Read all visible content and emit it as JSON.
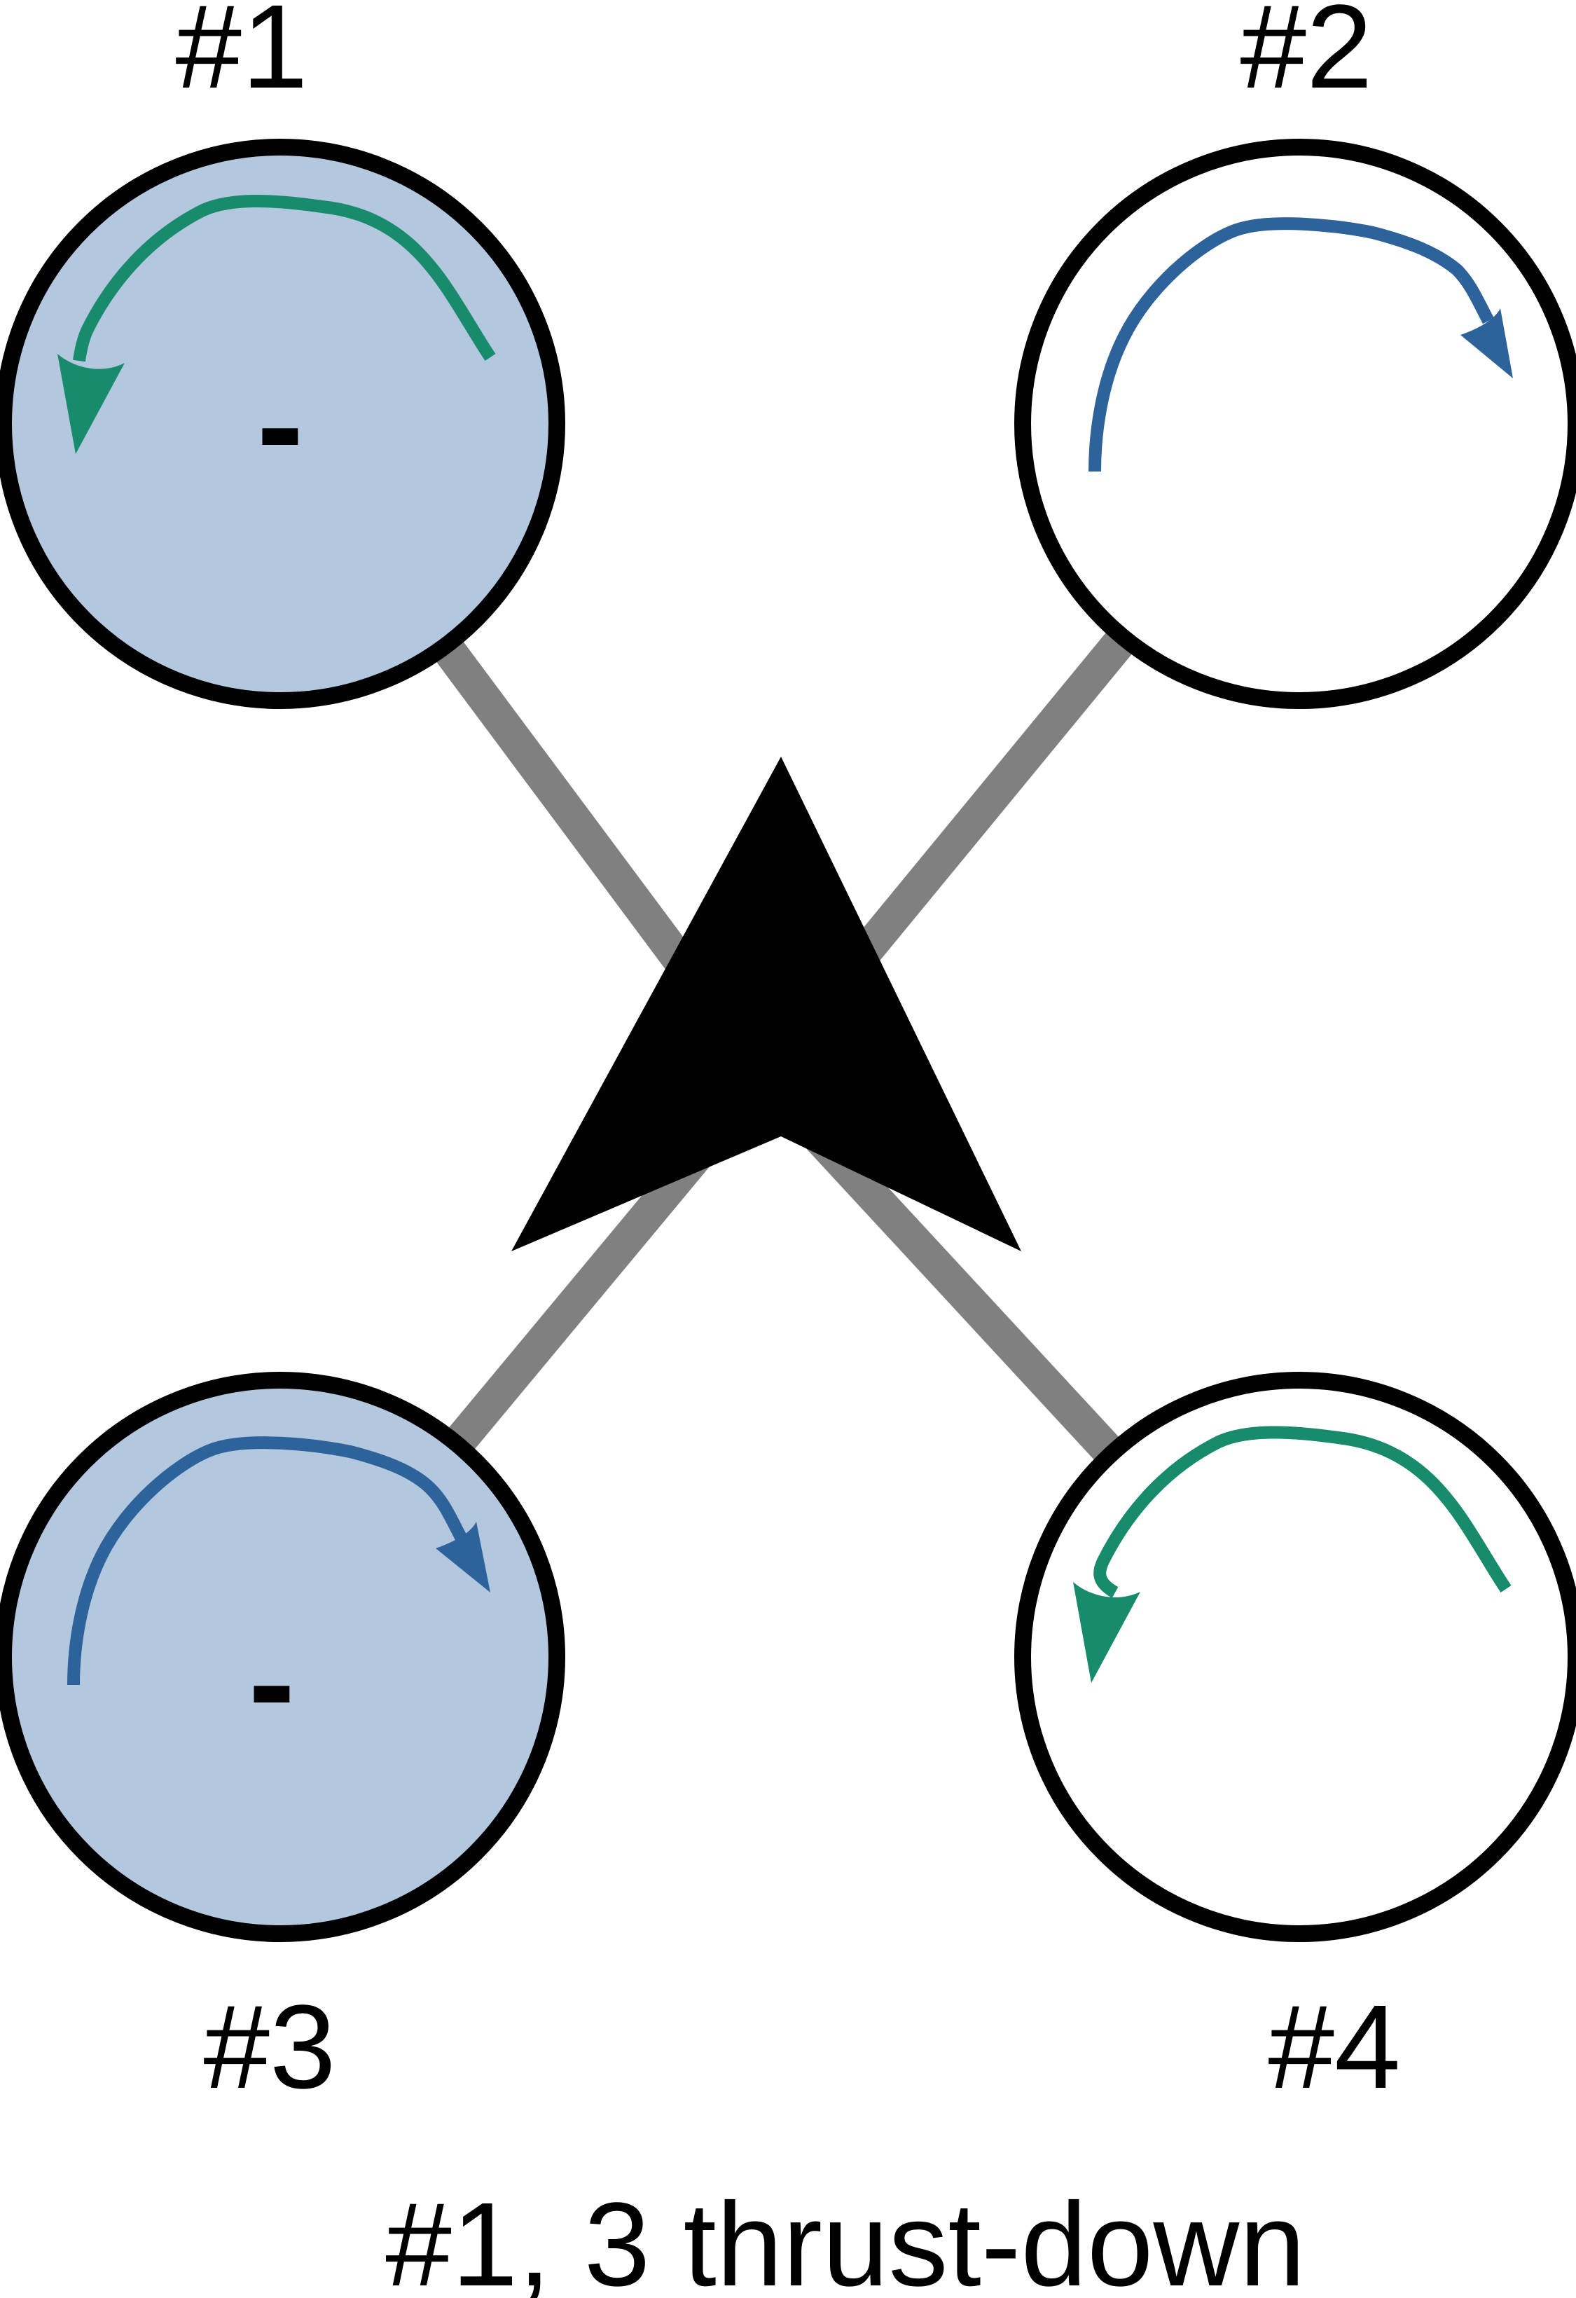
{
  "rotors": [
    {
      "label": "#1",
      "sign": "-",
      "spin": "ccw",
      "thrust_down": true
    },
    {
      "label": "#2",
      "sign": "",
      "spin": "cw",
      "thrust_down": false
    },
    {
      "label": "#3",
      "sign": "-",
      "spin": "cw",
      "thrust_down": true
    },
    {
      "label": "#4",
      "sign": "",
      "spin": "ccw",
      "thrust_down": false
    }
  ],
  "caption": "#1, 3 thrust-down",
  "colors": {
    "thrust_down_fill": "#b3c7de",
    "normal_fill": "#ffffff",
    "outline": "#000000",
    "arm": "#808080",
    "ccw_arrow": "#178b6b",
    "cw_arrow": "#2d629b",
    "heading_arrow": "#000000"
  },
  "icons": {
    "heading": "heading-arrow-icon",
    "rotation": "rotation-arrow-icon"
  }
}
